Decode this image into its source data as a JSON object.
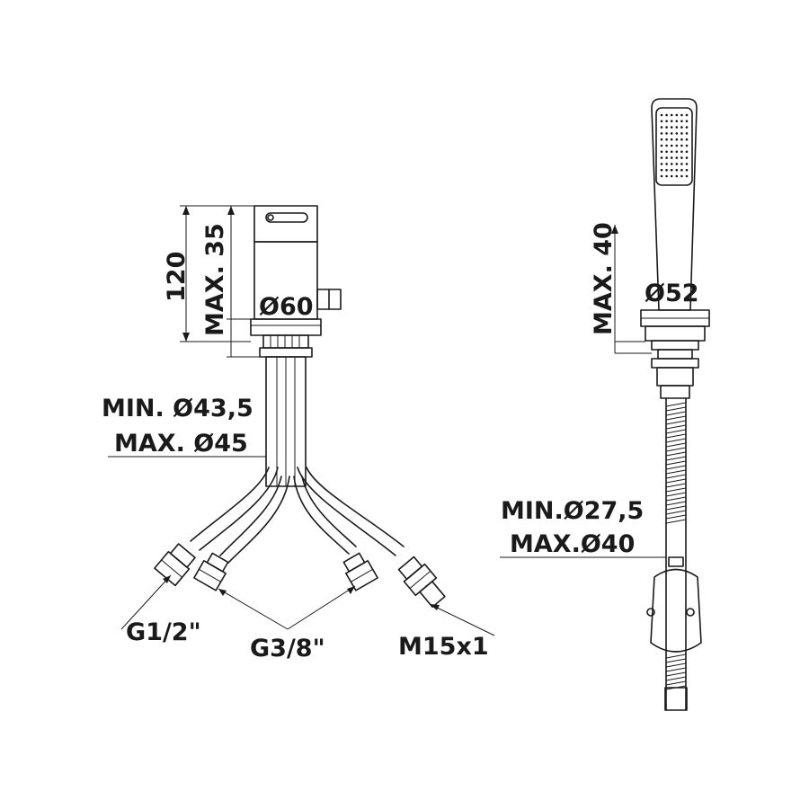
{
  "labels": {
    "height_120": "120",
    "max_35": "MAX. 35",
    "dia_60": "Ø60",
    "min_dia_43_5": "MIN. Ø43,5",
    "max_dia_45": "MAX. Ø45",
    "g1_2": "G1/2\"",
    "g3_8": "G3/8\"",
    "m15x1": "M15x1",
    "max_40": "MAX. 40",
    "dia_52": "Ø52",
    "min_dia_27_5": "MIN.Ø27,5",
    "max_dia_40": "MAX.Ø40"
  },
  "dimensions": {
    "mixer_height": 120,
    "mixer_max_deck_thickness": 35,
    "mixer_base_diameter": 60,
    "mixer_hole_min_diameter": 43.5,
    "mixer_hole_max_diameter": 45,
    "shower_max_deck_thickness": 40,
    "shower_base_diameter": 52,
    "shower_hole_min_diameter": 27.5,
    "shower_hole_max_diameter": 40
  },
  "connections": [
    "G1/2\"",
    "G3/8\"",
    "M15x1"
  ]
}
